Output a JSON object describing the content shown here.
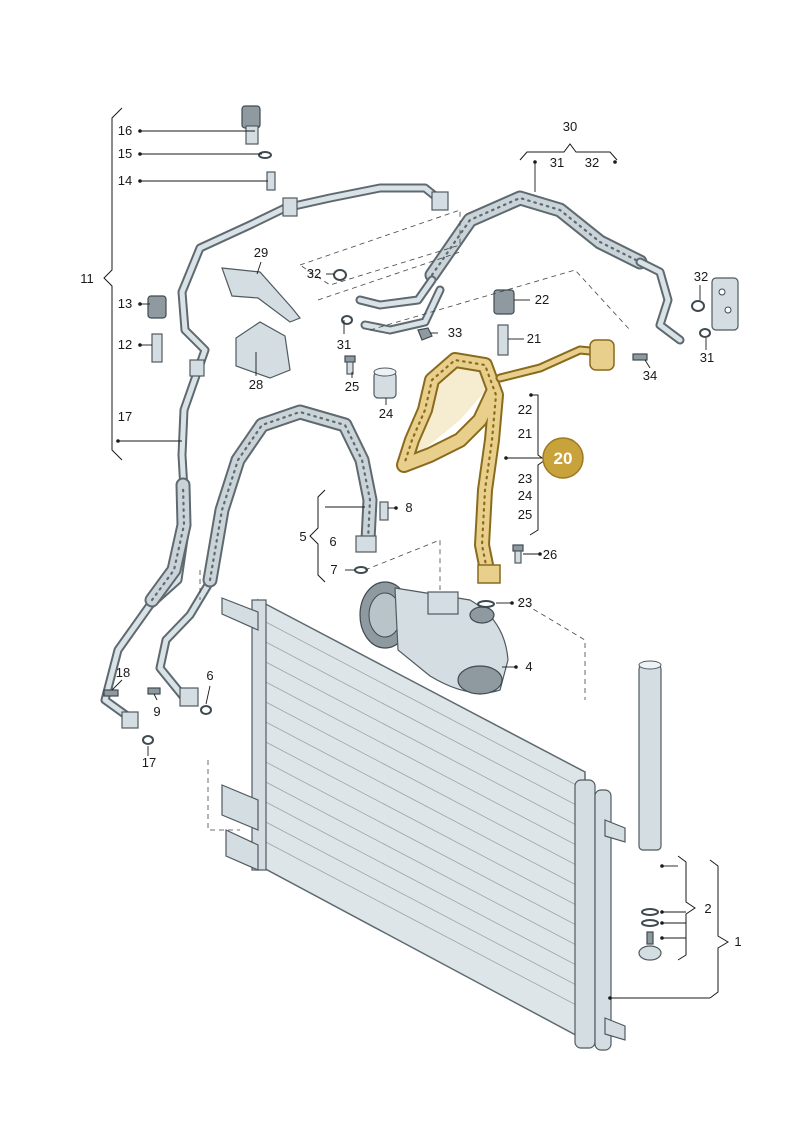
{
  "diagram": {
    "highlight_color": "#c8a23a",
    "callouts": {
      "c1": "1",
      "c2": "2",
      "c4": "4",
      "c5": "5",
      "c6a": "6",
      "c6b": "6",
      "c7": "7",
      "c8": "8",
      "c9": "9",
      "c11": "11",
      "c12": "12",
      "c13": "13",
      "c14": "14",
      "c15": "15",
      "c16": "16",
      "c17a": "17",
      "c17b": "17",
      "c18": "18",
      "c20": "20",
      "c21a": "21",
      "c21b": "21",
      "c22a": "22",
      "c22b": "22",
      "c23a": "23",
      "c23b": "23",
      "c24a": "24",
      "c24b": "24",
      "c25a": "25",
      "c25b": "25",
      "c26": "26",
      "c28": "28",
      "c29": "29",
      "c30": "30",
      "c31a": "31",
      "c31b": "31",
      "c31c": "31",
      "c32a": "32",
      "c32b": "32",
      "c32c": "32",
      "c33": "33",
      "c34": "34"
    }
  }
}
